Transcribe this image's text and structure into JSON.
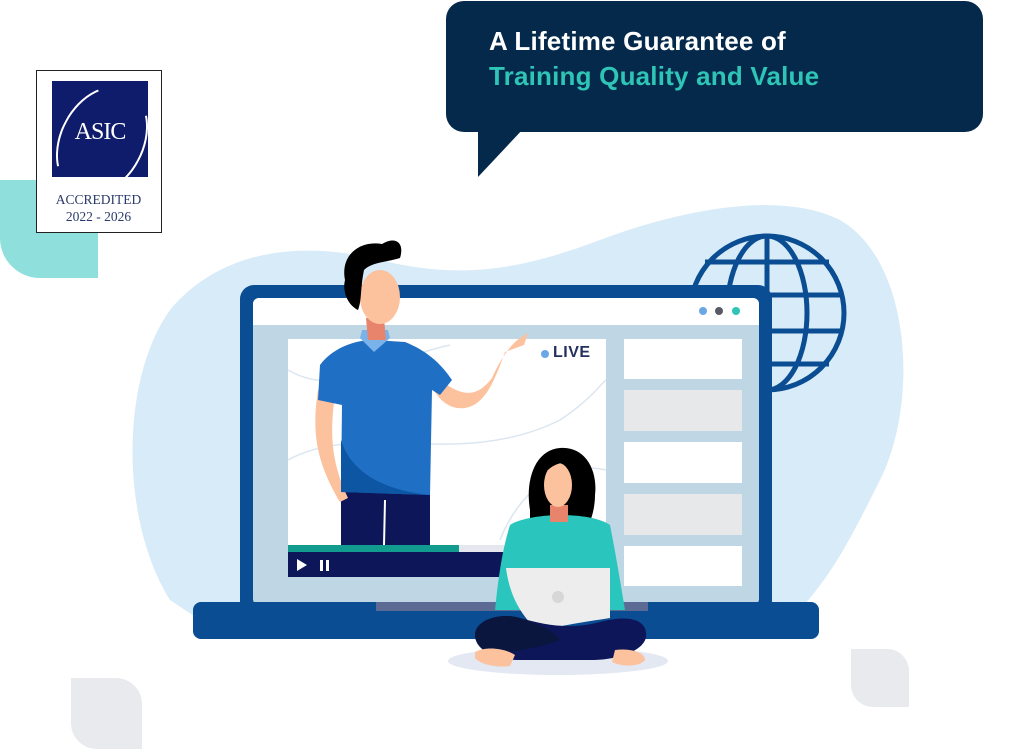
{
  "badge": {
    "logo_text": "ASIC",
    "line1": "ACCREDITED",
    "line2": "2022 - 2026"
  },
  "bubble": {
    "line1": "A Lifetime Guarantee of",
    "line2": "Training Quality and Value"
  },
  "video": {
    "live_label": "LIVE",
    "controls": [
      "play-icon",
      "pause-icon"
    ],
    "progress_percent": 60
  },
  "browser_dots": [
    "#6aa7e6",
    "#5a5a66",
    "#2ec4b6"
  ],
  "sidebar_tiles": 5,
  "colors": {
    "navy": "#05294b",
    "laptop_blue": "#0a4d92",
    "teal": "#2ec4b6",
    "blob": "#d8ebf8",
    "screen_frame": "#bfd6e4"
  }
}
